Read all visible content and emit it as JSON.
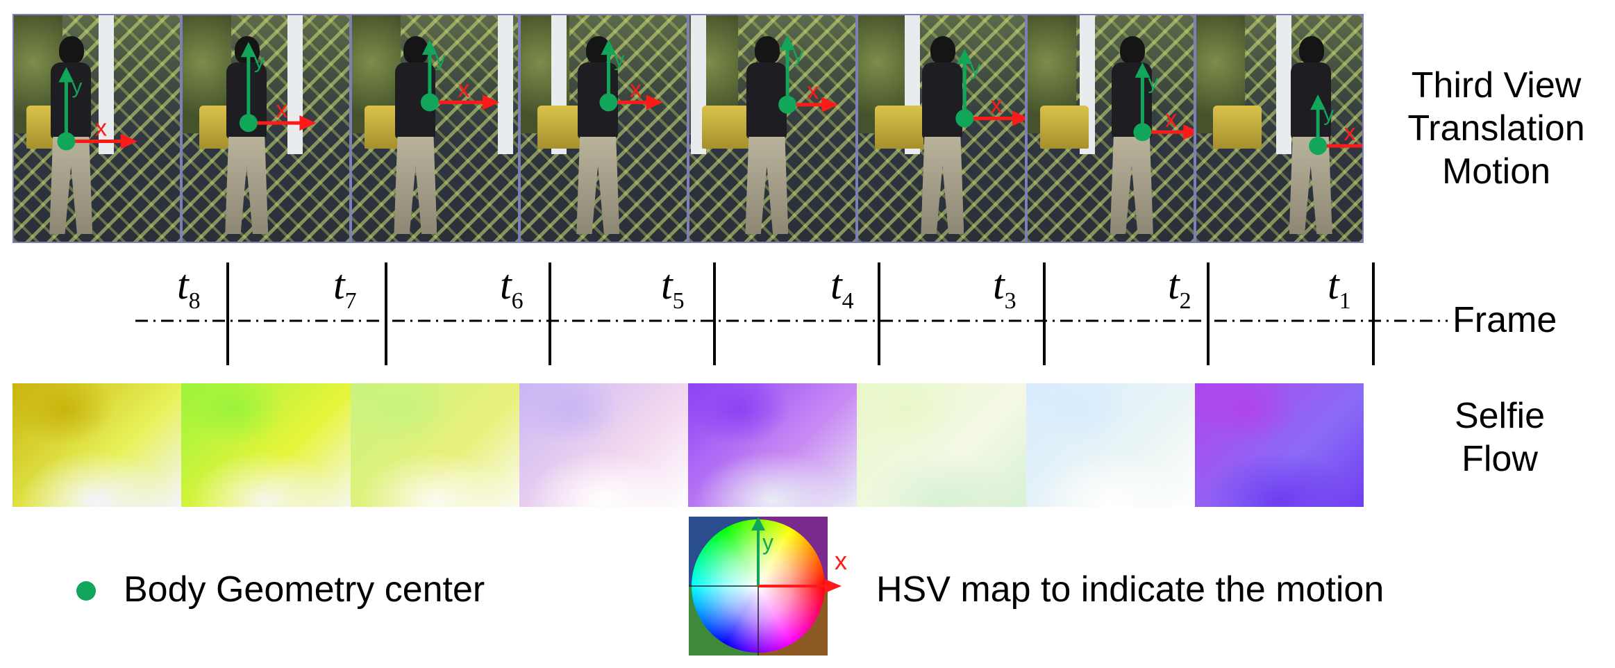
{
  "labels": {
    "third_view": [
      "Third View",
      "Translation",
      "Motion"
    ],
    "frame": "Frame",
    "selfie_flow": [
      "Selfie",
      "Flow"
    ],
    "legend_body_center": "Body Geometry center",
    "legend_hsv": "HSV map to indicate the motion"
  },
  "axis_labels": {
    "x": "x",
    "y": "y"
  },
  "timeline": {
    "t_symbol": "t",
    "subscripts": [
      "8",
      "7",
      "6",
      "5",
      "4",
      "3",
      "2",
      "1"
    ]
  },
  "colors": {
    "body_center": "#11a65a",
    "y_axis": "#11a65a",
    "x_axis": "#ff1a1a",
    "frame_border": "#7d80b8"
  },
  "frames": [
    {
      "pillar": 0.55,
      "person": 0.26,
      "center": [
        0.31,
        0.55
      ],
      "arrow_len": 0.38,
      "y_len": 0.3
    },
    {
      "pillar": 0.68,
      "person": 0.3,
      "center": [
        0.39,
        0.47
      ],
      "arrow_len": 0.36,
      "y_len": 0.33
    },
    {
      "pillar": 0.95,
      "person": 0.3,
      "center": [
        0.46,
        0.38
      ],
      "arrow_len": 0.37,
      "y_len": 0.25
    },
    {
      "pillar": 0.2,
      "person": 0.38,
      "center": [
        0.52,
        0.38
      ],
      "arrow_len": 0.28,
      "y_len": 0.25
    },
    {
      "pillar": 0.01,
      "person": 0.38,
      "center": [
        0.58,
        0.39
      ],
      "arrow_len": 0.26,
      "y_len": 0.28
    },
    {
      "pillar": 0.3,
      "person": 0.42,
      "center": [
        0.63,
        0.45
      ],
      "arrow_len": 0.34,
      "y_len": 0.28
    },
    {
      "pillar": 0.34,
      "person": 0.54,
      "center": [
        0.68,
        0.51
      ],
      "arrow_len": 0.3,
      "y_len": 0.28
    },
    {
      "pillar": 0.52,
      "person": 0.6,
      "center": [
        0.72,
        0.57
      ],
      "arrow_len": 0.34,
      "y_len": 0.2
    }
  ],
  "flows": [
    {
      "a": "#c9b40c",
      "b": "#e7f25a",
      "c": "#f4f4ff"
    },
    {
      "a": "#9cf33c",
      "b": "#e6f53b",
      "c": "#f6f6ee"
    },
    {
      "a": "#c7f47f",
      "b": "#e8f07a",
      "c": "#fbfbf2"
    },
    {
      "a": "#c8b6f4",
      "b": "#f2d7ee",
      "c": "#ffffff"
    },
    {
      "a": "#8c42f4",
      "b": "#c98cf3",
      "c": "#e9eef6"
    },
    {
      "a": "#e8f7c8",
      "b": "#f3f8e5",
      "c": "#d8f1d6"
    },
    {
      "a": "#d7ecff",
      "b": "#eaf4f4",
      "c": "#ffffff"
    },
    {
      "a": "#b044ec",
      "b": "#8a6cf6",
      "c": "#6f3ef0"
    }
  ]
}
